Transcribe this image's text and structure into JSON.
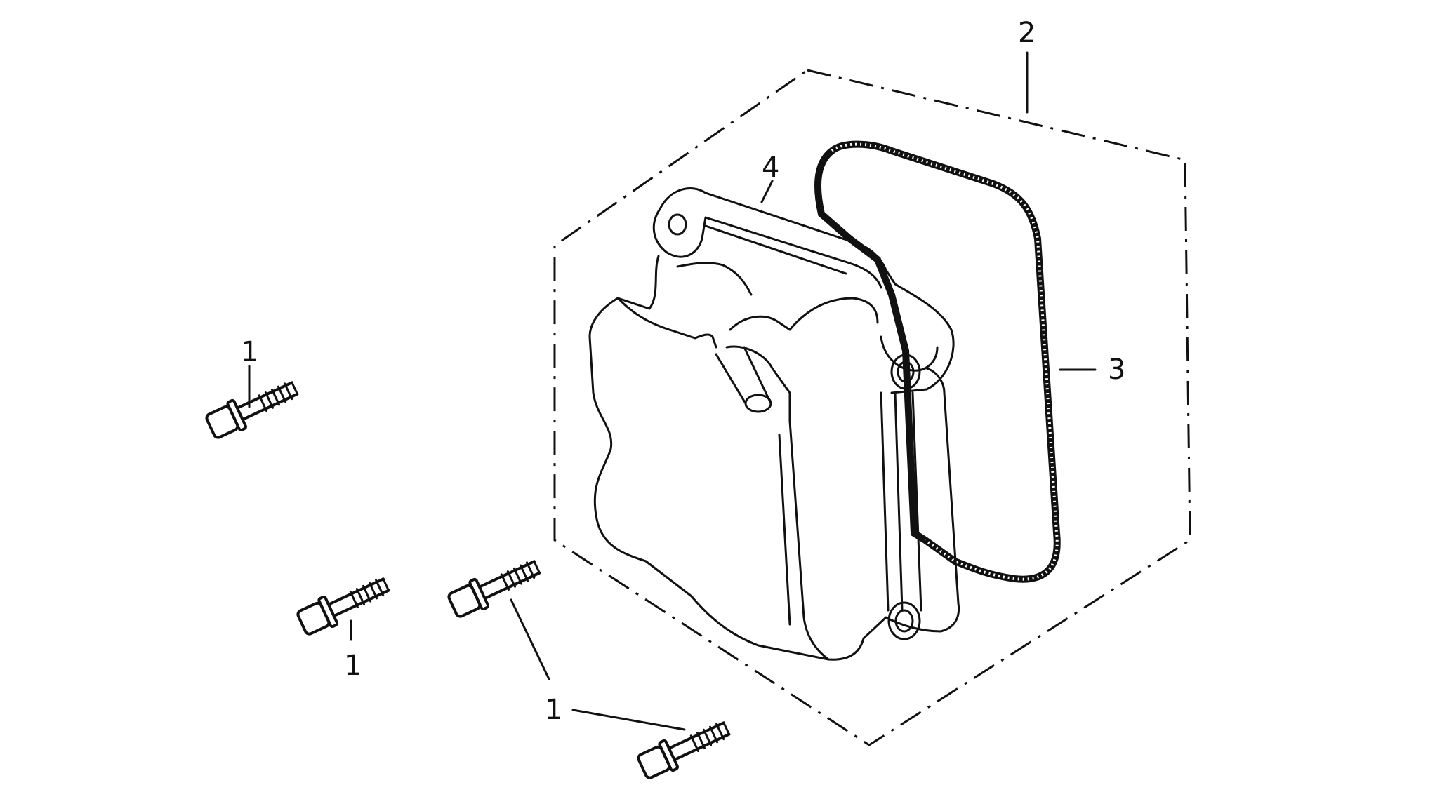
{
  "callouts": {
    "bolt_top_left": "1",
    "bolt_middle_left": "1",
    "bolt_bottom": "1",
    "assembly": "2",
    "gasket": "3",
    "cover": "4"
  },
  "colors": {
    "ink": "#111111",
    "background": "#ffffff"
  }
}
